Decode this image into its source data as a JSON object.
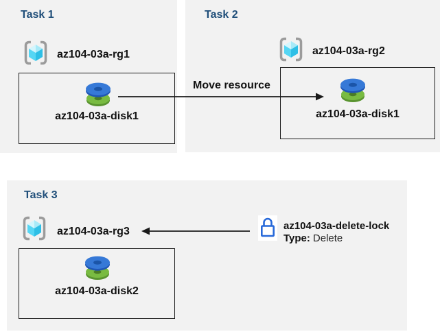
{
  "diagram": {
    "tasks": [
      {
        "title": "Task 1",
        "resource_group": "az104-03a-rg1",
        "disk": "az104-03a-disk1"
      },
      {
        "title": "Task 2",
        "resource_group": "az104-03a-rg2",
        "disk": "az104-03a-disk1"
      },
      {
        "title": "Task 3",
        "resource_group": "az104-03a-rg3",
        "disk": "az104-03a-disk2"
      }
    ],
    "move_arrow_label": "Move resource",
    "lock": {
      "name": "az104-03a-delete-lock",
      "type_label": "Type:",
      "type_value": "Delete"
    },
    "icons": {
      "resource_group": "resource-group-cube-icon",
      "disk": "managed-disk-icon",
      "lock": "padlock-icon"
    },
    "colors": {
      "panel_background": "#f2f2f2",
      "task_title_blue": "#1f4e79",
      "disk_blue": "#3679d7",
      "disk_green": "#79bb41",
      "cube_cyan": "#55d6f4",
      "bracket_gray": "#9b9b9b",
      "lock_blue": "#2668d9",
      "arrow_black": "#1a1a1a"
    }
  }
}
